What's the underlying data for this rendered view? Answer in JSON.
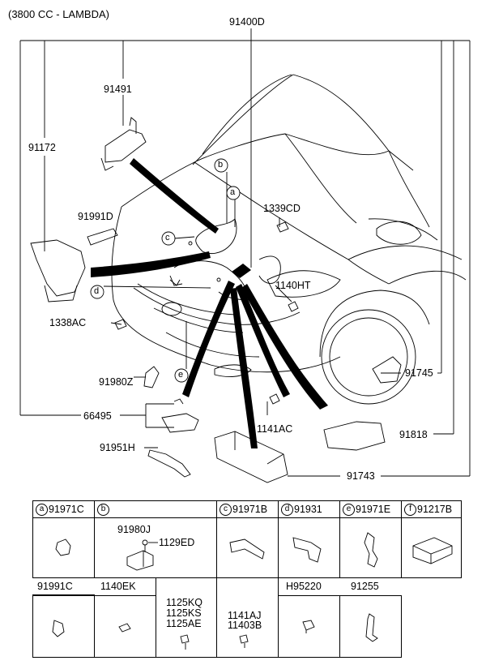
{
  "engine_note": "(3800 CC - LAMBDA)",
  "main_part": "91400D",
  "callouts": {
    "c91491": "91491",
    "c91172": "91172",
    "c91991D": "91991D",
    "c1339CD": "1339CD",
    "c1140HT": "1140HT",
    "c1338AC": "1338AC",
    "c91980Z": "91980Z",
    "c66495": "66495",
    "c91951H": "91951H",
    "c1141AC": "1141AC",
    "c91745": "91745",
    "c91818": "91818",
    "c91743": "91743"
  },
  "letters": {
    "a": "a",
    "b": "b",
    "c": "c",
    "d": "d",
    "e": "e",
    "f": "f"
  },
  "table": {
    "row1": [
      {
        "letter": "a",
        "code": "91971C"
      },
      {
        "letter": "b",
        "code": ""
      },
      {
        "letter": "c",
        "code": "91971B"
      },
      {
        "letter": "d",
        "code": "91931"
      },
      {
        "letter": "e",
        "code": "91971E"
      },
      {
        "letter": "f",
        "code": "91217B"
      }
    ],
    "b_parts": {
      "p1": "91980J",
      "p2": "1129ED"
    },
    "row2": [
      "91991C",
      "1140EK",
      "",
      "",
      "H95220",
      "91255"
    ],
    "r2_c3": [
      "1125KQ",
      "1125KS",
      "1125AE"
    ],
    "r2_c4": [
      "1141AJ",
      "11403B"
    ]
  },
  "colors": {
    "line": "#000000",
    "background": "#ffffff"
  }
}
